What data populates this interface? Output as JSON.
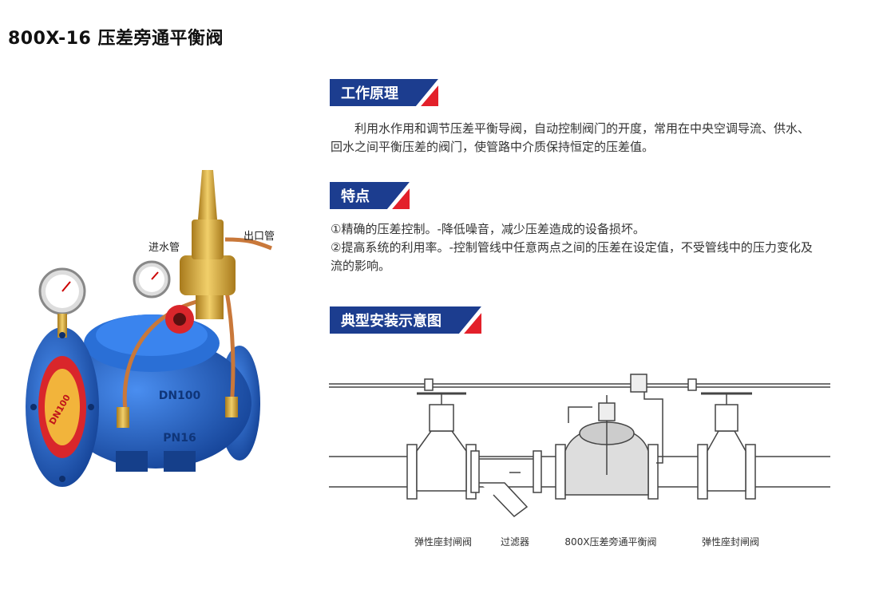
{
  "title": "800X-16 压差旁通平衡阀",
  "sections": {
    "principle": {
      "heading": "工作原理",
      "text": "利用水作用和调节压差平衡导阀，自动控制阀门的开度，常用在中央空调导流、供水、回水之间平衡压差的阀门，使管路中介质保持恒定的压差值。"
    },
    "features": {
      "heading": "特点",
      "items": [
        "①精确的压差控制。-降低噪音，减少压差造成的设备损坏。",
        "②提高系统的利用率。-控制管线中任意两点之间的压差在设定值，不受管线中的压力变化及流的影响。"
      ]
    },
    "install": {
      "heading": "典型安装示意图"
    }
  },
  "product": {
    "label_inlet": "进水管",
    "label_outlet": "出口管",
    "body_text_1": "DN100",
    "body_text_2": "PN16",
    "flange_badge": "DN100"
  },
  "diagram": {
    "captions": [
      "弹性座封闸阀",
      "过滤器",
      "800X压差旁通平衡阀",
      "弹性座封闸阀"
    ]
  },
  "colors": {
    "tag_blue": "#1c3d8f",
    "tag_red": "#e3202a",
    "valve_blue": "#1e63c8",
    "brass": "#d4a437"
  }
}
